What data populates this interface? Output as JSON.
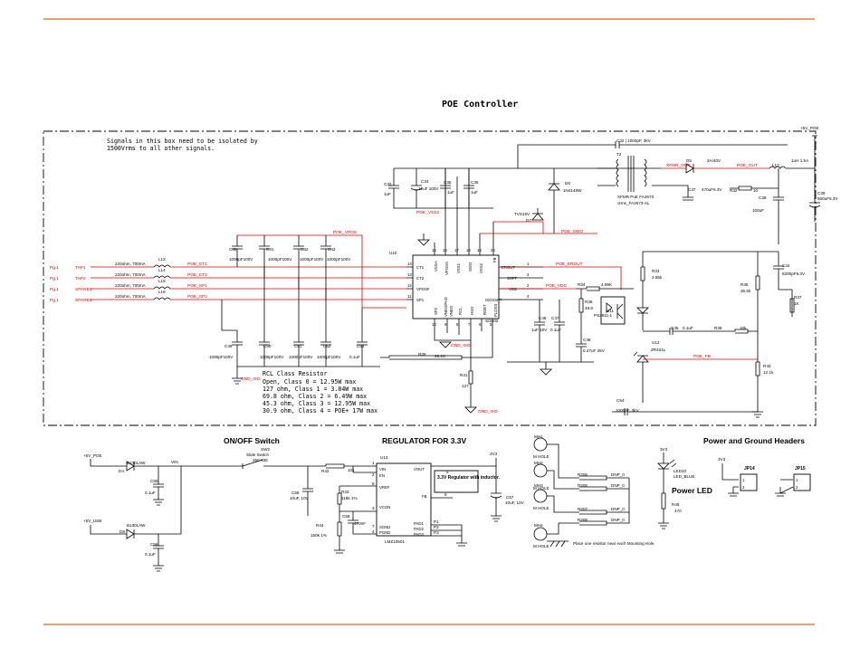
{
  "title": "POE Controller",
  "isolation_note": [
    "Signals in this box need to be isolated by",
    "1500Vrms to all other signals."
  ],
  "rcl_note": {
    "heading": "RCL Class Resistor",
    "lines": [
      "Open, Class 0 = 12.95W max",
      "127 ohm, Class 1 = 3.84W max",
      "69.8 ohm, Class 2 = 6.49W max",
      "45.3 ohm, Class 3 = 12.95W max",
      "30.9 ohm, Class 4 = POE+ 17W max"
    ]
  },
  "sections": {
    "onoff": "ON/OFF Switch",
    "regulator": "REGULATOR FOR 3.3V",
    "headers": "Power and Ground Headers",
    "power_led": "Power LED"
  },
  "net_labels": {
    "poe_vpos": "POE_VPOS",
    "poe_vss2": "POE_VSS2",
    "poe_swo": "POE_SWO",
    "poe_erout": "POE_EROUT",
    "poe_vdd": "POE_VDD",
    "poe_ct1": "POE_CT1",
    "poe_ct2": "POE_CT2",
    "poe_sp1": "POE_SP1",
    "poe_sp2": "POE_SP2",
    "xfmr_out": "XFMR_OUT",
    "poe_out": "POE_OUT",
    "poe_fb": "POE_FB",
    "gnd_iso": "GND_ISO",
    "v5_poe": "+5V_POE",
    "v5_usb": "+5V_USB",
    "vin": "VIN",
    "v3v3": "3V3"
  },
  "inputs": [
    {
      "page": "Pg.1",
      "net": "TAP1",
      "bead": "220ohm, 700mA",
      "ref": "L13"
    },
    {
      "page": "Pg.1",
      "net": "TAP2",
      "bead": "220ohm, 700mA",
      "ref": "L14"
    },
    {
      "page": "Pg.1",
      "net": "SPARE1",
      "bead": "220ohm, 700mA",
      "ref": "L15"
    },
    {
      "page": "Pg.1",
      "net": "SPARE2",
      "bead": "220ohm, 700mA",
      "ref": "L16"
    }
  ],
  "caps_top": [
    {
      "ref": "C40",
      "val": "1000pF100V"
    },
    {
      "ref": "C41",
      "val": "1000pF100V"
    },
    {
      "ref": "C42",
      "val": "1000pF100V"
    },
    {
      "ref": "C43",
      "val": "1000pF100V"
    }
  ],
  "caps_bottom": [
    {
      "ref": "C49",
      "val": "1000pF100V"
    },
    {
      "ref": "C50",
      "val": "1000pF100V"
    },
    {
      "ref": "C51",
      "val": "1000pF100V"
    },
    {
      "ref": "C52",
      "val": "1000pF100V"
    },
    {
      "ref": "C53",
      "val": "0.1uF"
    }
  ],
  "caps_upper": [
    {
      "ref": "C33",
      "val": "1uF"
    },
    {
      "ref": "C34",
      "val": "12uF 100V"
    },
    {
      "ref": "C35",
      "val": "1uF"
    },
    {
      "ref": "C36",
      "val": "1uF"
    }
  ],
  "u10": {
    "ref": "U10",
    "part": "Si3402",
    "pins_left": [
      {
        "num": "14",
        "name": "CT1"
      },
      {
        "num": "13",
        "name": "CT2"
      },
      {
        "num": "12",
        "name": "VPOSF"
      },
      {
        "num": "11",
        "name": "SP1"
      }
    ],
    "pins_right": [
      {
        "num": "1",
        "name": "EROUT"
      },
      {
        "num": "3",
        "name": "SSFT"
      },
      {
        "num": "2",
        "name": "VDD"
      },
      {
        "num": "4",
        "name": "ISOSSFT"
      }
    ],
    "pins_top": [
      {
        "num": "15",
        "name": "VSSA"
      },
      {
        "num": "16",
        "name": "VPOSS"
      },
      {
        "num": "17",
        "name": "VSS1"
      },
      {
        "num": "18",
        "name": "SWO"
      },
      {
        "num": "19",
        "name": "VSS2"
      },
      {
        "num": "20",
        "name": "FB"
      }
    ],
    "pins_bottom": [
      {
        "num": "10",
        "name": "SP2"
      },
      {
        "num": "9",
        "name": "VNEG/PAD"
      },
      {
        "num": "8",
        "name": "VNEG"
      },
      {
        "num": "7",
        "name": "RCL"
      },
      {
        "num": "6",
        "name": "HSO"
      },
      {
        "num": "5",
        "name": "RDET"
      },
      {
        "num": "21",
        "name": "PLOSS"
      }
    ]
  },
  "parts": {
    "c32": "C32 | 1000pF, 3kV",
    "d6": "D6",
    "d6v": "1N4148W",
    "d7": "TVS15V",
    "d7r": "D7",
    "t2": "T2",
    "xfmr": "XFMR PoE FA2673",
    "xfmr2": "ctrns_FA2673-AL",
    "d5": "D5",
    "d5v": "3A/40V",
    "c37": "C37",
    "c37v": "470uF6.3V",
    "r32": "R32",
    "r32v": "10",
    "l12": "L12",
    "l12v": "1uH 1.5A",
    "c38": "C38",
    "c38v": "100uF",
    "c39": "C39",
    "c39v": "560uF6.3V",
    "v5poe_top": "+5V_POE",
    "r34": "R34",
    "r34v": "4.99K",
    "r36": "R36",
    "r36v": "49.9",
    "u11": "U11",
    "u11p": "PS2911-1",
    "c46": "C46",
    "c46v": "1uF 10V",
    "c47": "C47",
    "c47v": "0.1uF",
    "c48": "C48",
    "c48v": "0.47uF 25V",
    "r33": "R33",
    "r33v": "2.55k",
    "r35": "R35",
    "r35v": "36.5k",
    "r37": "R37",
    "r37v": "1K",
    "c44": "C44",
    "c44v": "8200pF6.3V",
    "c45": "C45",
    "c45v": "0.1uF",
    "r38": "R38",
    "r38v": "10k",
    "u12": "U12",
    "u12p": "ZR431L",
    "r40": "R40",
    "r40v": "12.1k",
    "c54": "C54",
    "c54v": "1000pF, 3kV",
    "r39": "R39",
    "r39v": "26.1K",
    "r41": "R41",
    "r41v": "127",
    "d4": "D4",
    "d4p": "B130LAW",
    "c55": "C55",
    "c55v": "0.1uF",
    "d8": "D8",
    "d8p": "B130LAW",
    "c56": "C56",
    "c56v": "0.1uF",
    "sw2": "SW2",
    "sw2p": "Slide Switch",
    "sw2n": "260-035",
    "r42": "R42",
    "r42v": "10k",
    "c58": "C58",
    "c58v": "10uF, 10V",
    "r43": "R43",
    "r43v": "118k 1%",
    "r44": "R44",
    "r44v": "150k 1%",
    "c59": "C59",
    "c59v": "470nF",
    "u13": "U13",
    "u13p": "LMZ10501",
    "reg_note": "3.3V Regulator with inductor.",
    "c57": "C57",
    "c57v": "10uF, 10V",
    "mh1": "MH1",
    "mh2": "MH2",
    "mh3": "MH3",
    "mh4": "MH4",
    "mhole": "M HOLE",
    "r206": "R206",
    "r205": "R205",
    "r207": "R207",
    "r208": "R208",
    "dnp": "DNP_0",
    "mh_note": "Place one resistor near each Mounting Hole",
    "led": "LED10",
    "ledp": "LED_BLUE",
    "r45": "R45",
    "r45v": "470",
    "jp14": "JP14",
    "jp15": "JP15"
  }
}
